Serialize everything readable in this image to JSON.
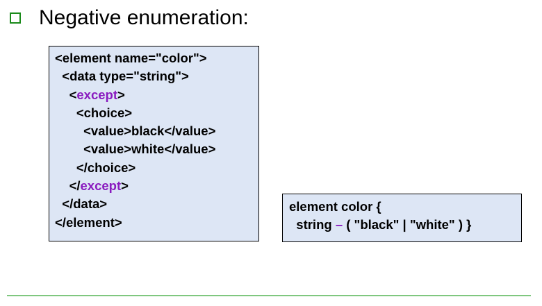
{
  "slide": {
    "heading": "Negative enumeration:"
  },
  "xml_code": {
    "lines": [
      {
        "indent": "",
        "pre": "<element name=\"color\">",
        "kw": "",
        "post": ""
      },
      {
        "indent": "  ",
        "pre": "<data type=\"string\">",
        "kw": "",
        "post": ""
      },
      {
        "indent": "    ",
        "pre": "<",
        "kw": "except",
        "post": ">"
      },
      {
        "indent": "      ",
        "pre": "<choice>",
        "kw": "",
        "post": ""
      },
      {
        "indent": "        ",
        "pre": "<value>black</value>",
        "kw": "",
        "post": ""
      },
      {
        "indent": "        ",
        "pre": "<value>white</value>",
        "kw": "",
        "post": ""
      },
      {
        "indent": "      ",
        "pre": "</choice>",
        "kw": "",
        "post": ""
      },
      {
        "indent": "    ",
        "pre": "</",
        "kw": "except",
        "post": ">"
      },
      {
        "indent": "  ",
        "pre": "</data>",
        "kw": "",
        "post": ""
      },
      {
        "indent": "",
        "pre": "</element>",
        "kw": "",
        "post": ""
      }
    ]
  },
  "compact_code": {
    "line1": "element color {",
    "line2_pre": "  string ",
    "line2_op": "–",
    "line2_post": " ( \"black\" | \"white\" ) }"
  },
  "colors": {
    "keyword": "#8a1bbf",
    "bullet": "#1a8a1a",
    "box_fill": "#dde6f5",
    "divider": "#7fc77f"
  }
}
